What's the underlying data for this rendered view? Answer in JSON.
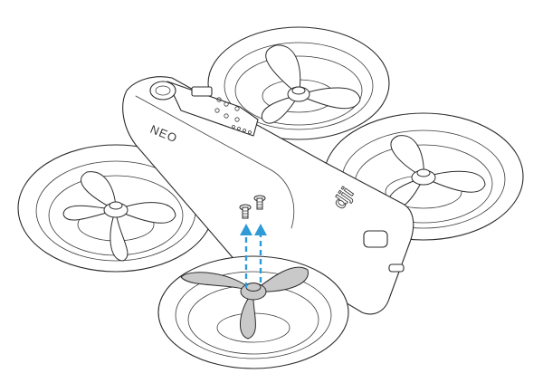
{
  "diagram": {
    "product_label": "NEO",
    "brand_logo": "dji",
    "arrow_color": "#2e9bd6",
    "highlight_color": "#c9c9c9",
    "steps": [
      {
        "component": "propeller-screws",
        "direction": "up",
        "count": 2
      }
    ]
  }
}
